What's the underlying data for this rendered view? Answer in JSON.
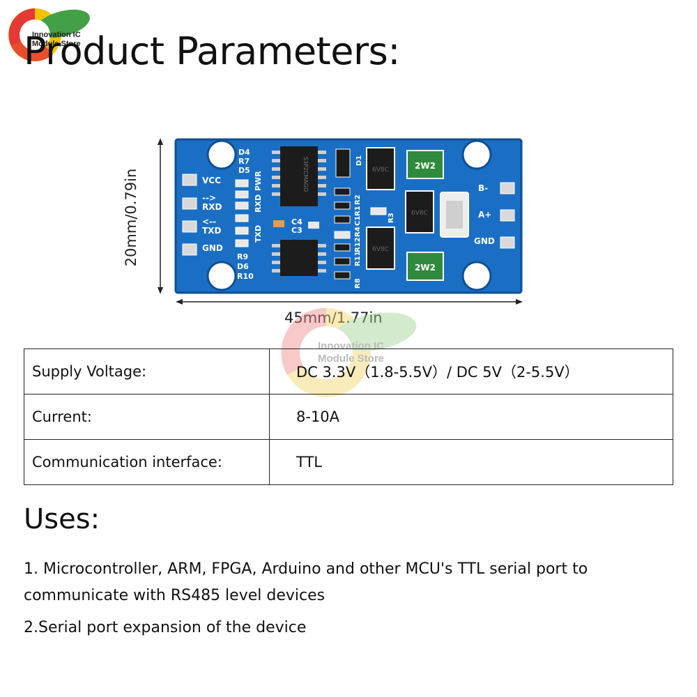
{
  "brand": {
    "line1": "Innovation IC",
    "line2": "Module Store"
  },
  "title": "Product Parameters:",
  "dimensions": {
    "height": "20mm/0.79in",
    "width": "45mm/1.77in"
  },
  "board": {
    "left_pins": [
      "VCC",
      "RXD",
      "TXD",
      "GND"
    ],
    "left_arrows": [
      "-->",
      "<--"
    ],
    "right_pins": [
      "B-",
      "A+",
      "GND"
    ],
    "refs_top": [
      "D4",
      "R7",
      "D5"
    ],
    "refs_bottom": [
      "R9",
      "D6",
      "R10"
    ],
    "led_labels": [
      "RXD",
      "PWR",
      "TXD"
    ],
    "cap_labels": [
      "C4",
      "C3"
    ],
    "chip_marking": "S3P2CMAGO",
    "tvs_label": "6V8C",
    "fuse_label": "2W2",
    "diode_label": "D1",
    "resistor_labels": [
      "R2",
      "R1",
      "R3",
      "R4",
      "C1",
      "R12",
      "R11",
      "R8"
    ]
  },
  "parameters": [
    {
      "label": "Supply Voltage:",
      "value": "DC 3.3V（1.8-5.5V）/ DC 5V（2-5.5V）"
    },
    {
      "label": "Current:",
      "value": "8-10A"
    },
    {
      "label": "Communication interface:",
      "value": "TTL"
    }
  ],
  "uses": {
    "title": "Uses:",
    "items": [
      "1. Microcontroller, ARM, FPGA, Arduino and other MCU's TTL serial port to communicate with RS485 level devices",
      "2.Serial port expansion of the device"
    ]
  },
  "colors": {
    "pcb": "#1a6fc4",
    "pcb_dark": "#0f4f94",
    "silkscreen": "#ffffff",
    "pad": "#d9d9d9",
    "chip": "#1c1c1c",
    "fuse": "#2f8a3e"
  }
}
